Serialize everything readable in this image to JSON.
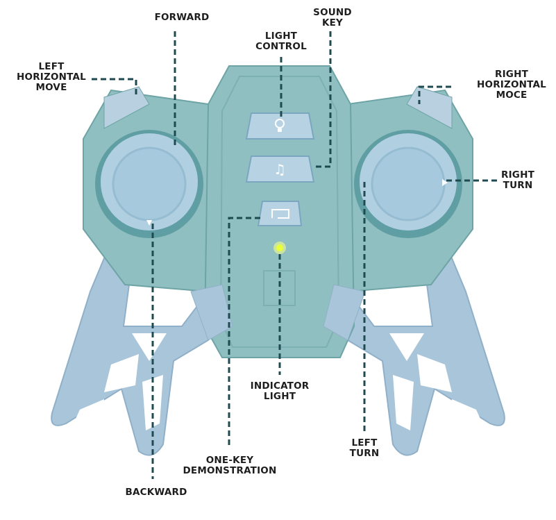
{
  "colors": {
    "body": "#8fbfc0",
    "body_dark": "#6ea4a6",
    "handle": "#a9c5da",
    "stick": "#a6c9de",
    "line": "#1f4a50",
    "led": "#e8ff3a"
  },
  "labels": {
    "forward": [
      "FORWARD"
    ],
    "sound_key": [
      "SOUND",
      "KEY"
    ],
    "light_control": [
      "LIGHT",
      "CONTROL"
    ],
    "left_horizontal_move": [
      "LEFT",
      "HORIZONTAL",
      "MOVE"
    ],
    "right_horizontal_move": [
      "RIGHT",
      "HORIZONTAL",
      "MOCE"
    ],
    "right_turn": [
      "RIGHT",
      "TURN"
    ],
    "indicator_light": [
      "INDICATOR",
      "LIGHT"
    ],
    "left_turn": [
      "LEFT",
      "TURN"
    ],
    "one_key_demonstration": [
      "ONE-KEY",
      "DEMONSTRATION"
    ],
    "backward": [
      "BACKWARD"
    ]
  },
  "icons": {
    "light_button": "lightbulb-icon",
    "sound_button": "music-note-icon",
    "demo_button": "return-arrow-icon"
  }
}
